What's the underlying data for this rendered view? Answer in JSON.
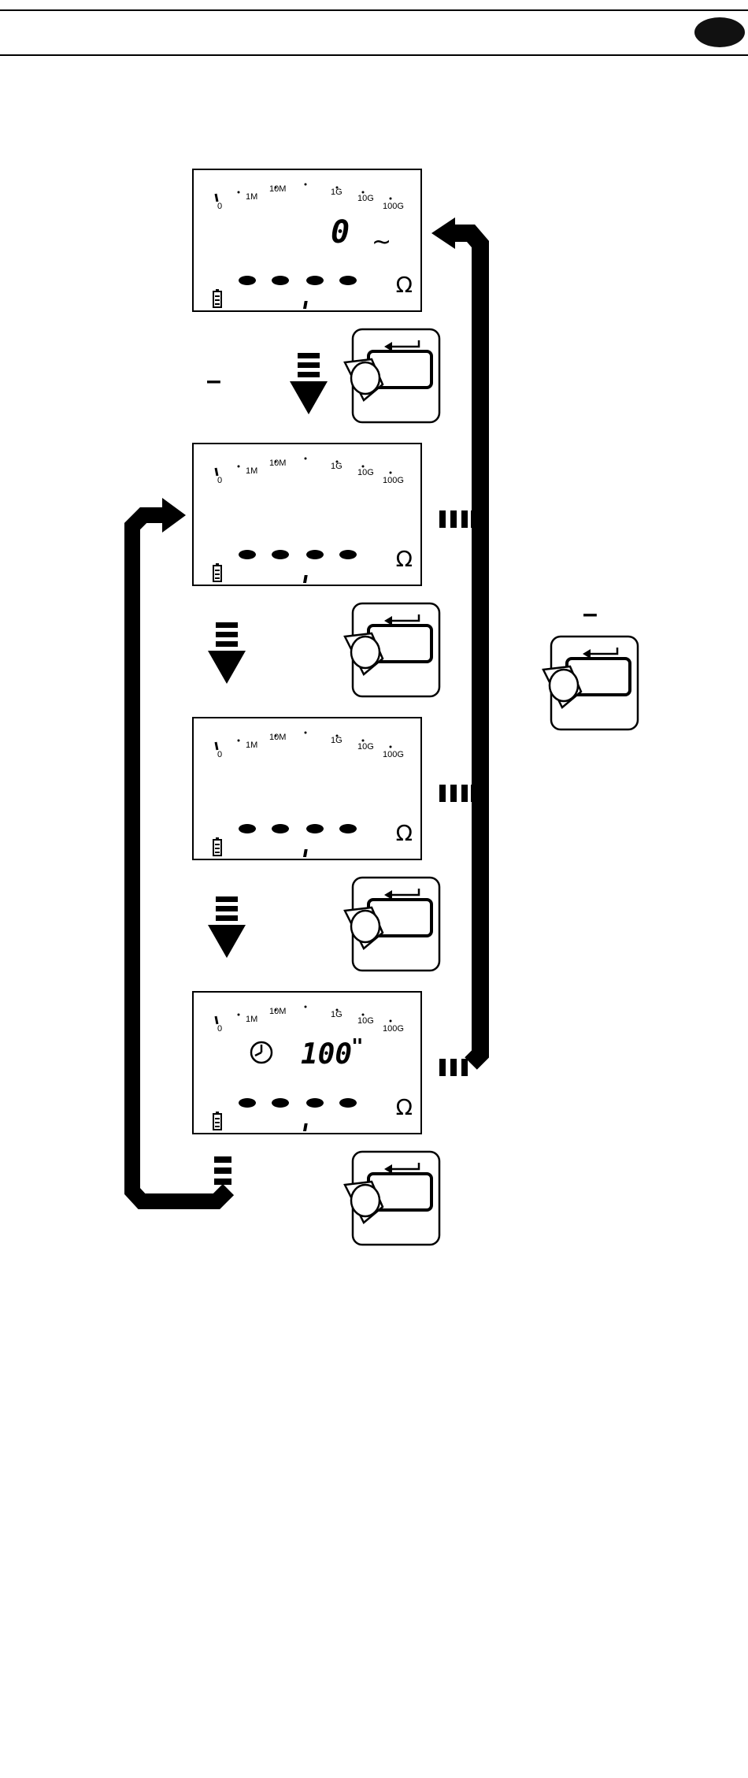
{
  "header": {
    "badge_icon": "dark-ellipse-badge"
  },
  "lcd_scale": [
    "0",
    "1M",
    "10M",
    "1G",
    "10G",
    "100G"
  ],
  "screens": [
    {
      "id": "screen-1",
      "readout": "0",
      "ac_symbol": "~",
      "unit": "Ω"
    },
    {
      "id": "screen-2",
      "readout": "",
      "unit": "Ω"
    },
    {
      "id": "screen-3",
      "readout": "",
      "unit": "Ω"
    },
    {
      "id": "screen-4",
      "timer_icon": "clock-icon",
      "readout": "100",
      "readout_suffix": "\"",
      "unit": "Ω"
    }
  ],
  "side_signs": {
    "left_minus": "–",
    "right_minus": "–"
  },
  "icons": {
    "key": "enter-key-press-icon",
    "battery": "battery-icon",
    "arrow": "down-arrow-icon"
  }
}
